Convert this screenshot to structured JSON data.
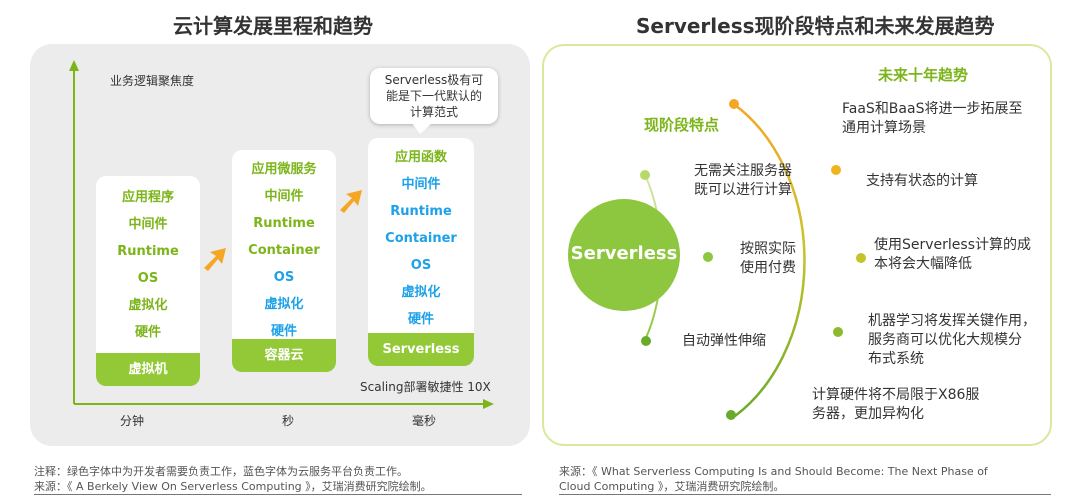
{
  "left": {
    "title": "云计算发展里程和趋势",
    "y_axis_label": "业务逻辑聚焦度",
    "x_ticks": [
      "分钟",
      "秒",
      "毫秒"
    ],
    "stacks": [
      {
        "layers": [
          {
            "text": "应用程序",
            "color": "green"
          },
          {
            "text": "中间件",
            "color": "green"
          },
          {
            "text": "Runtime",
            "color": "green"
          },
          {
            "text": "OS",
            "color": "green"
          },
          {
            "text": "虚拟化",
            "color": "green"
          },
          {
            "text": "硬件",
            "color": "green"
          }
        ],
        "footer": "虚拟机"
      },
      {
        "layers": [
          {
            "text": "应用微服务",
            "color": "green"
          },
          {
            "text": "中间件",
            "color": "green"
          },
          {
            "text": "Runtime",
            "color": "green"
          },
          {
            "text": "Container",
            "color": "green"
          },
          {
            "text": "OS",
            "color": "blue"
          },
          {
            "text": "虚拟化",
            "color": "blue"
          },
          {
            "text": "硬件",
            "color": "blue"
          }
        ],
        "footer": "容器云"
      },
      {
        "layers": [
          {
            "text": "应用函数",
            "color": "green"
          },
          {
            "text": "中间件",
            "color": "blue"
          },
          {
            "text": "Runtime",
            "color": "blue"
          },
          {
            "text": "Container",
            "color": "blue"
          },
          {
            "text": "OS",
            "color": "blue"
          },
          {
            "text": "虚拟化",
            "color": "blue"
          },
          {
            "text": "硬件",
            "color": "blue"
          }
        ],
        "footer": "Serverless"
      }
    ],
    "bubble_lines": [
      "Serverless极有可",
      "能是下一代默认的",
      "计算范式"
    ],
    "scaling_label": "Scaling部署敏捷性 10X"
  },
  "right": {
    "title": "Serverless现阶段特点和未来发展趋势",
    "center_label": "Serverless",
    "current_heading": "现阶段特点",
    "future_heading": "未来十年趋势",
    "current_items": [
      [
        "无需关注服务器",
        "既可以进行计算"
      ],
      [
        "按照实际",
        "使用付费"
      ],
      [
        "自动弹性伸缩"
      ]
    ],
    "future_items": [
      [
        "FaaS和BaaS将进一步拓展至",
        "通用计算场景"
      ],
      [
        "支持有状态的计算"
      ],
      [
        "使用Serverless计算的成",
        "本将会大幅降低"
      ],
      [
        "机器学习将发挥关键作用，",
        "服务商可以优化大规模分",
        "布式系统"
      ],
      [
        "计算硬件将不局限于X86服",
        "务器，更加异构化"
      ]
    ]
  },
  "notes": {
    "left_line1": "注释：绿色字体中为开发者需要负责工作，蓝色字体为云服务平台负责工作。",
    "left_line2": "来源：《 A Berkely View On Serverless Computing 》，艾瑞消费研究院绘制。",
    "right_line1": "来源：《 What Serverless Computing Is and Should Become: The Next Phase of",
    "right_line2": "Cloud Computing 》，艾瑞消费研究院绘制。"
  },
  "colors": {
    "dev_green": "#7cb51a",
    "platform_blue": "#1da1e8",
    "footer_green": "#93c936",
    "arrow_orange": "#f5a623",
    "serverless_circle": "#8dc63f",
    "arc_gradient_start": "#f5a623",
    "arc_gradient_end": "#6aaa2a"
  }
}
